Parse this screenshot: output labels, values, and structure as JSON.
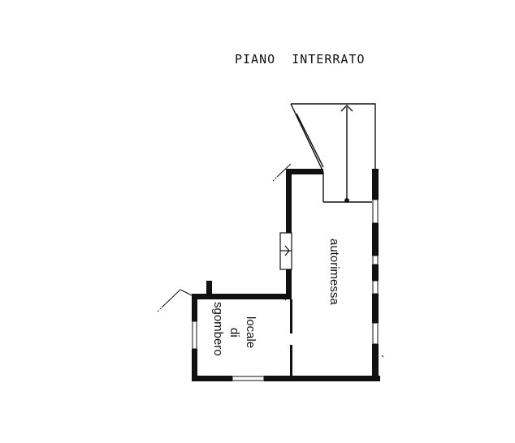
{
  "floor_title": "PIANO  INTERRATO",
  "rooms": {
    "garage": {
      "label": "autorimessa"
    },
    "storage": {
      "label_lines": [
        "locale",
        "di",
        "sgombero"
      ]
    }
  },
  "colors": {
    "wall": "#111111",
    "background": "#ffffff"
  }
}
